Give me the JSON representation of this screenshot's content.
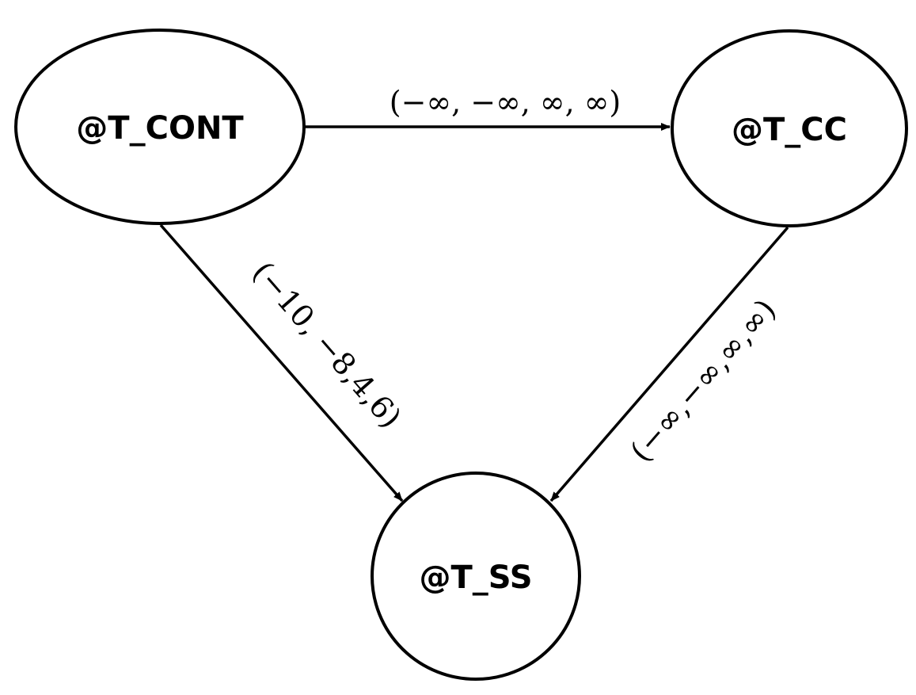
{
  "nodes": {
    "cont": {
      "label": "@T_CONT"
    },
    "cc": {
      "label": "@T_CC"
    },
    "ss": {
      "label": "@T_SS"
    }
  },
  "edges": {
    "cont_cc": {
      "label": "(−∞, −∞, ∞, ∞)"
    },
    "cont_ss": {
      "label": "(−10, −8,4,6)"
    },
    "cc_ss": {
      "label": "(−∞,−∞,∞,∞)"
    }
  },
  "colors": {
    "stroke": "#000000",
    "background": "#ffffff"
  }
}
